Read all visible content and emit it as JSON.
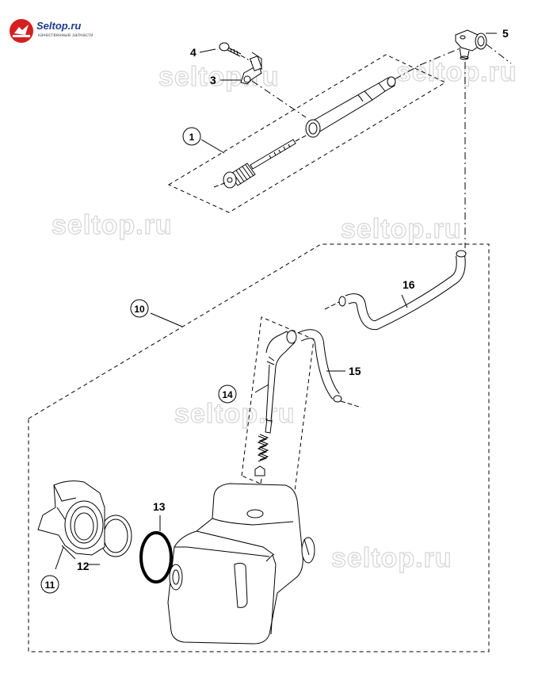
{
  "logo": {
    "title": "Seltop.ru",
    "subtitle": "качественные запчасти",
    "color": "#1e3a8a",
    "badge_color": "#d42020"
  },
  "watermark": "seltop.ru",
  "callouts": {
    "c1": "1",
    "c3": "3",
    "c4": "4",
    "c5": "5",
    "c10": "10",
    "c11": "11",
    "c12": "12",
    "c13": "13",
    "c14": "14",
    "c15": "15",
    "c16": "16"
  }
}
